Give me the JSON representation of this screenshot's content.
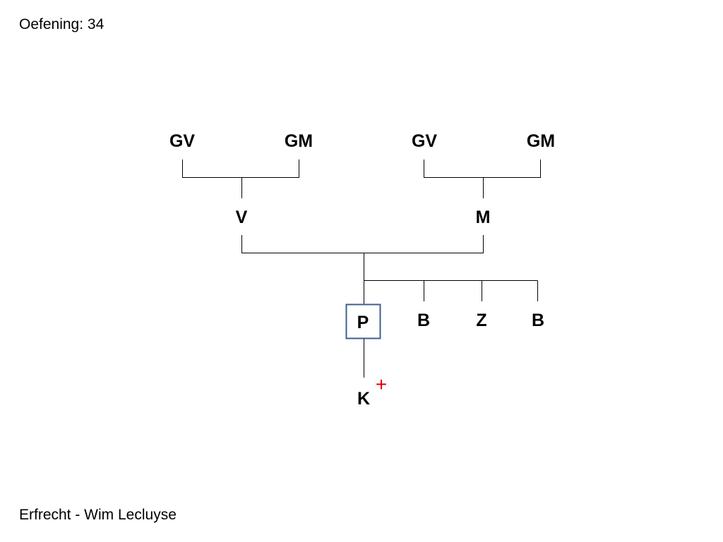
{
  "slide": {
    "title": "Oefening: 34",
    "footer": "Erfrecht - Wim Lecluyse"
  },
  "colors": {
    "line": "#000000",
    "text": "#000000",
    "person_box_border": "#3f5f8f",
    "deceased_marker": "#e00000"
  },
  "family_tree": {
    "paternal_grandparents": {
      "grandfather": "GV",
      "grandmother": "GM"
    },
    "maternal_grandparents": {
      "grandfather": "GV",
      "grandmother": "GM"
    },
    "parents": {
      "father": "V",
      "mother": "M"
    },
    "siblings_row": {
      "subject": "P",
      "brother_1": "B",
      "sister": "Z",
      "brother_2": "B"
    },
    "child": {
      "label": "K",
      "deceased_marker": "+"
    }
  }
}
